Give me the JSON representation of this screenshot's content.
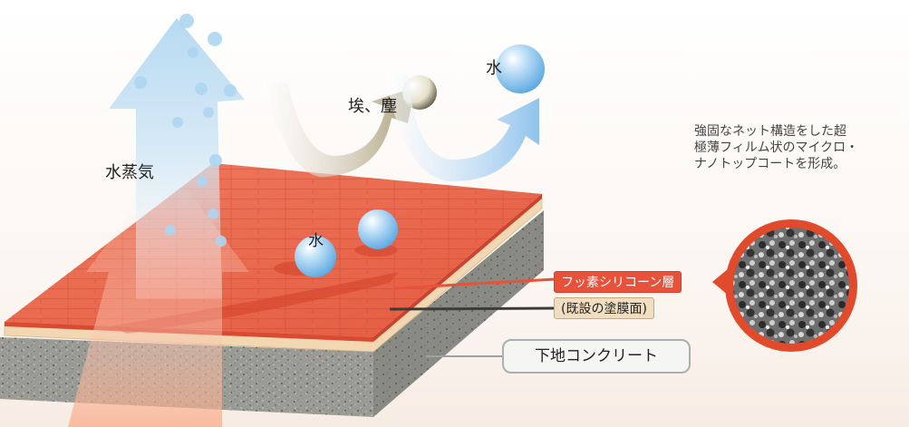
{
  "labels": {
    "vapor": "水蒸気",
    "dust": "埃、塵",
    "water_top": "水",
    "water_surface": "水"
  },
  "callout": {
    "lines": [
      "強固なネット構造をした超",
      "極薄フィルム状のマイクロ・",
      "ナノトップコートを形成。"
    ]
  },
  "layers": {
    "fluoro_silicone": "フッ素シリコーン層",
    "existing_coating": "(既設の塗膜面)",
    "concrete": "下地コンクリート"
  },
  "colors": {
    "top_coat": "#e8624a",
    "existing": "#f1ddbf",
    "concrete": "#9a9a94",
    "accent_ring": "#e24a2c",
    "vapor": "#b9dcf2"
  }
}
